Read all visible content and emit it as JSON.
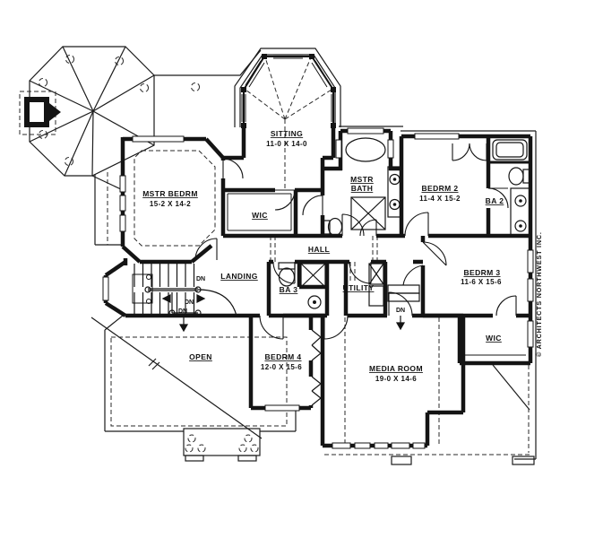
{
  "plan": {
    "rooms": {
      "sitting": {
        "name": "SITTING",
        "dims": "11-0 X 14-0"
      },
      "mstr_bedrm": {
        "name": "MSTR BEDRM",
        "dims": "15-2 X 14-2"
      },
      "mstr_bath": {
        "line1": "MSTR",
        "line2": "BATH"
      },
      "wic_master": {
        "name": "WIC"
      },
      "bedrm_2": {
        "name": "BEDRM 2",
        "dims": "11-4 X 15-2"
      },
      "ba_2": {
        "name": "BA 2"
      },
      "hall": {
        "name": "HALL"
      },
      "landing": {
        "name": "LANDING"
      },
      "ba_3": {
        "name": "BA 3"
      },
      "utility": {
        "name": "UTILITY"
      },
      "bedrm_3": {
        "name": "BEDRM 3",
        "dims": "11-6 X 15-6"
      },
      "open": {
        "name": "OPEN"
      },
      "bedrm_4": {
        "name": "BEDRM 4",
        "dims": "12-0 X 15-6"
      },
      "media_room": {
        "name": "MEDIA ROOM",
        "dims": "19-0 X 14-6"
      },
      "wic_2": {
        "name": "WIC"
      }
    },
    "stair_label": "DN",
    "copyright": "© ARCHITECTS NORTHWEST INC.",
    "line_color": "#141414"
  }
}
